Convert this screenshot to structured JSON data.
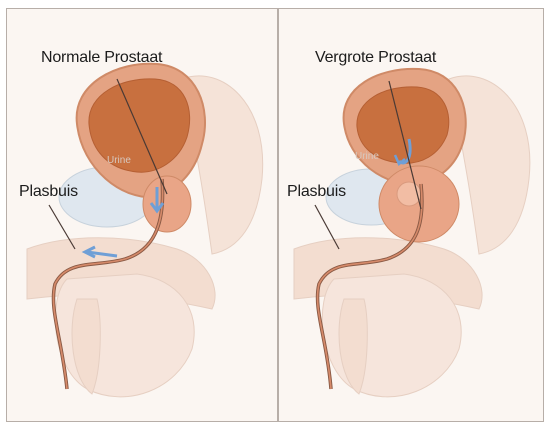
{
  "left_panel": {
    "label_top": "Normale Prostaat",
    "label_side": "Plasbuis",
    "label_inner": "Urine"
  },
  "right_panel": {
    "label_top": "Vergrote Prostaat",
    "label_side": "Plasbuis",
    "label_inner": "Urine"
  },
  "colors": {
    "tissue": "#f1d7c8",
    "prostate": "#e9a587",
    "bladder_outer": "#e4a383",
    "bladder_inner": "#c8703f",
    "arrow": "#6f9fd6",
    "line": "#4a3a35"
  }
}
